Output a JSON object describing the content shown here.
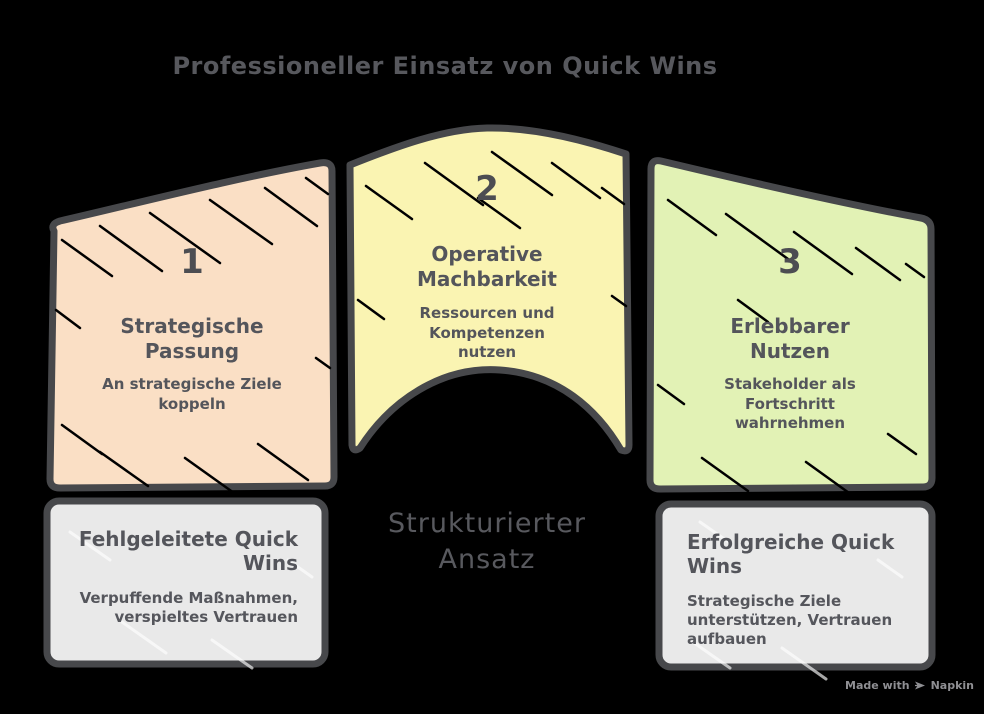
{
  "title": "Professioneller Einsatz von Quick Wins",
  "steps": [
    {
      "number": "1",
      "title": "Strategische Passung",
      "subtitle": "An strategische Ziele koppeln"
    },
    {
      "number": "2",
      "title": "Operative Machbarkeit",
      "subtitle": "Ressourcen und Kompetenzen nutzen"
    },
    {
      "number": "3",
      "title": "Erlebbarer Nutzen",
      "subtitle": "Stakeholder als Fortschritt wahrnehmen"
    }
  ],
  "center_label": "Strukturierter Ansatz",
  "notes": [
    {
      "title": "Fehlgeleitete Quick Wins",
      "body": "Verpuffende Maßnahmen, verspieltes Vertrauen"
    },
    {
      "title": "Erfolgreiche Quick Wins",
      "body": "Strategische Ziele unterstützen, Vertrauen aufbauen"
    }
  ],
  "watermark": {
    "text_prefix": "Made with",
    "brand": "Napkin"
  },
  "colors": {
    "background": "#000000",
    "panel_1_fill": "#FADFC5",
    "panel_2_fill": "#FAF4B2",
    "panel_3_fill": "#E2F2B5",
    "note_fill": "#E9E9E9",
    "outline": "#47484B",
    "text": "#54555B",
    "watermark": "#8F8F93"
  }
}
